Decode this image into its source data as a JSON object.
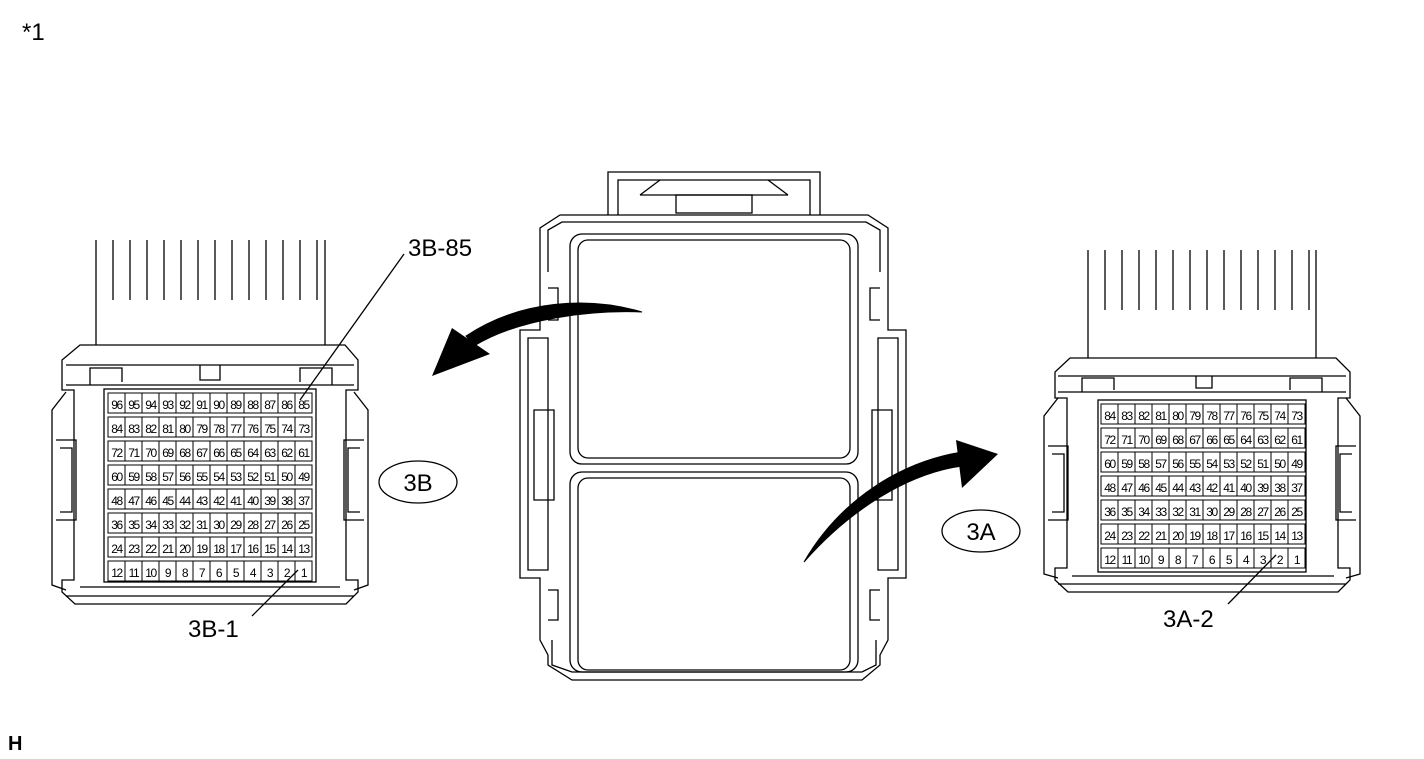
{
  "figure_mark": "*1",
  "footer_mark": "H",
  "labels": {
    "b_pin_85": "3B-85",
    "b_pin_1": "3B-1",
    "a_pin_2": "3A-2",
    "connector_b": "3B",
    "connector_a": "3A"
  },
  "connector_3b_rows": [
    [
      "96",
      "95",
      "94",
      "93",
      "92",
      "91",
      "90",
      "89",
      "88",
      "87",
      "86",
      "85"
    ],
    [
      "84",
      "83",
      "82",
      "81",
      "80",
      "79",
      "78",
      "77",
      "76",
      "75",
      "74",
      "73"
    ],
    [
      "72",
      "71",
      "70",
      "69",
      "68",
      "67",
      "66",
      "65",
      "64",
      "63",
      "62",
      "61"
    ],
    [
      "60",
      "59",
      "58",
      "57",
      "56",
      "55",
      "54",
      "53",
      "52",
      "51",
      "50",
      "49"
    ],
    [
      "48",
      "47",
      "46",
      "45",
      "44",
      "43",
      "42",
      "41",
      "40",
      "39",
      "38",
      "37"
    ],
    [
      "36",
      "35",
      "34",
      "33",
      "32",
      "31",
      "30",
      "29",
      "28",
      "27",
      "26",
      "25"
    ],
    [
      "24",
      "23",
      "22",
      "21",
      "20",
      "19",
      "18",
      "17",
      "16",
      "15",
      "14",
      "13"
    ],
    [
      "12",
      "11",
      "10",
      "9",
      "8",
      "7",
      "6",
      "5",
      "4",
      "3",
      "2",
      "1"
    ]
  ],
  "connector_3a_rows": [
    [
      "84",
      "83",
      "82",
      "81",
      "80",
      "79",
      "78",
      "77",
      "76",
      "75",
      "74",
      "73"
    ],
    [
      "72",
      "71",
      "70",
      "69",
      "68",
      "67",
      "66",
      "65",
      "64",
      "63",
      "62",
      "61"
    ],
    [
      "60",
      "59",
      "58",
      "57",
      "56",
      "55",
      "54",
      "53",
      "52",
      "51",
      "50",
      "49"
    ],
    [
      "48",
      "47",
      "46",
      "45",
      "44",
      "43",
      "42",
      "41",
      "40",
      "39",
      "38",
      "37"
    ],
    [
      "36",
      "35",
      "34",
      "33",
      "32",
      "31",
      "30",
      "29",
      "28",
      "27",
      "26",
      "25"
    ],
    [
      "24",
      "23",
      "22",
      "21",
      "20",
      "19",
      "18",
      "17",
      "16",
      "15",
      "14",
      "13"
    ],
    [
      "12",
      "11",
      "10",
      "9",
      "8",
      "7",
      "6",
      "5",
      "4",
      "3",
      "2",
      "1"
    ]
  ]
}
